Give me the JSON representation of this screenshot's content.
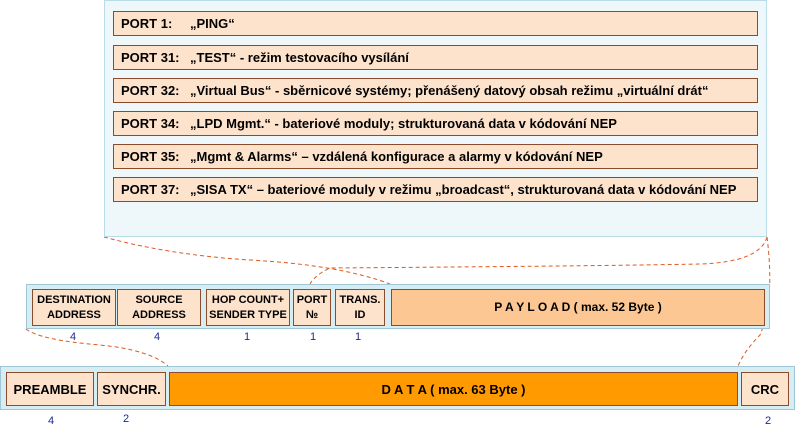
{
  "ports": [
    {
      "port": "PORT 1:",
      "text": "„PING“"
    },
    {
      "port": "PORT 31:",
      "text": "„TEST“  - režim testovacího vysílání"
    },
    {
      "port": "PORT 32:",
      "text": "„Virtual Bus“  - sběrnicové systémy; přenášený datový obsah režimu „virtuální drát“"
    },
    {
      "port": "PORT 34:",
      "text": "„LPD Mgmt.“  - bateriové moduly; strukturovaná  data v kódování NEP"
    },
    {
      "port": "PORT 35:",
      "text": "„Mgmt & Alarms“ – vzdálená konfigurace a alarmy v kódování NEP"
    },
    {
      "port": "PORT 37:",
      "text": "„SISA TX“ – bateriové moduly v režimu „broadcast“, strukturovaná  data v kódování NEP"
    }
  ],
  "packet_fields": [
    {
      "label_1": "DESTINATION",
      "label_2": "ADDRESS",
      "size": "4"
    },
    {
      "label_1": "SOURCE",
      "label_2": "ADDRESS",
      "size": "4"
    },
    {
      "label_1": "HOP COUNT+",
      "label_2": "SENDER TYPE",
      "size": "1"
    },
    {
      "label_1": "PORT",
      "label_2": "№",
      "size": "1"
    },
    {
      "label_1": "TRANS.",
      "label_2": "ID",
      "size": "1"
    }
  ],
  "payload": {
    "label": "P A Y L O A D  ( max. 52 Byte )"
  },
  "frame_fields": [
    {
      "label": "PREAMBLE",
      "size": "4"
    },
    {
      "label": "SYNCHR.",
      "size": "2"
    },
    {
      "label": "D A T A   ( max. 63 Byte )",
      "size": ""
    },
    {
      "label": "CRC",
      "size": "2"
    }
  ],
  "colors": {
    "field_light": "#fde2cc",
    "field_dark": "#ff9a00",
    "payload": "#fcc792",
    "panel_bg": "#eef7fa",
    "frame_bg": "#d7edf4",
    "connector": "#e05a1e",
    "size_text": "#1d2a8c"
  }
}
